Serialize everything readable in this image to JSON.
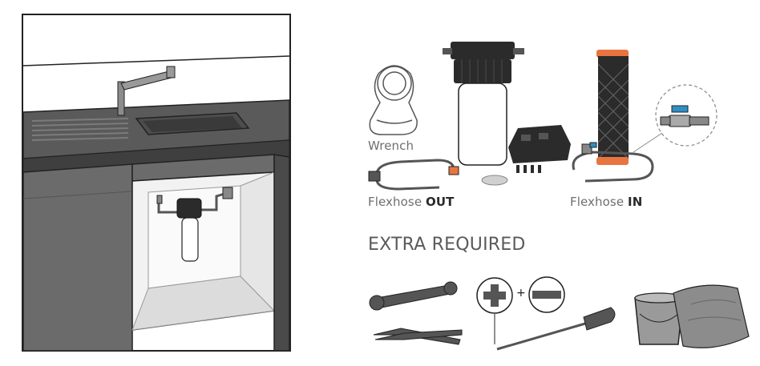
{
  "labels": {
    "wrench": "Wrench",
    "flexhose_out_prefix": "Flexhose ",
    "flexhose_out_suffix": "OUT",
    "flexhose_in_prefix": "Flexhose ",
    "flexhose_in_suffix": "IN"
  },
  "extra_heading": "EXTRA REQUIRED",
  "plus_sign": "+",
  "colors": {
    "cabinet": "#6b6b6b",
    "cabinet_dark": "#4a4a4a",
    "countertop": "#3f3f3f",
    "wall": "#ffffff",
    "line": "#222222",
    "filter_cap": "#2b2b2b",
    "cartridge_top": "#e87540",
    "valve_handle": "#2e8fc7"
  },
  "icons": [
    "installation-scene",
    "wrench-tool",
    "filter-housing",
    "wall-bracket",
    "screws",
    "cap-disc",
    "flexhose-out",
    "carbon-cartridge",
    "flexhose-in",
    "ball-valve-zoom",
    "open-end-spanner",
    "water-pump-pliers",
    "phillips-bit",
    "flat-bit",
    "screwdriver",
    "bucket",
    "cloth"
  ]
}
